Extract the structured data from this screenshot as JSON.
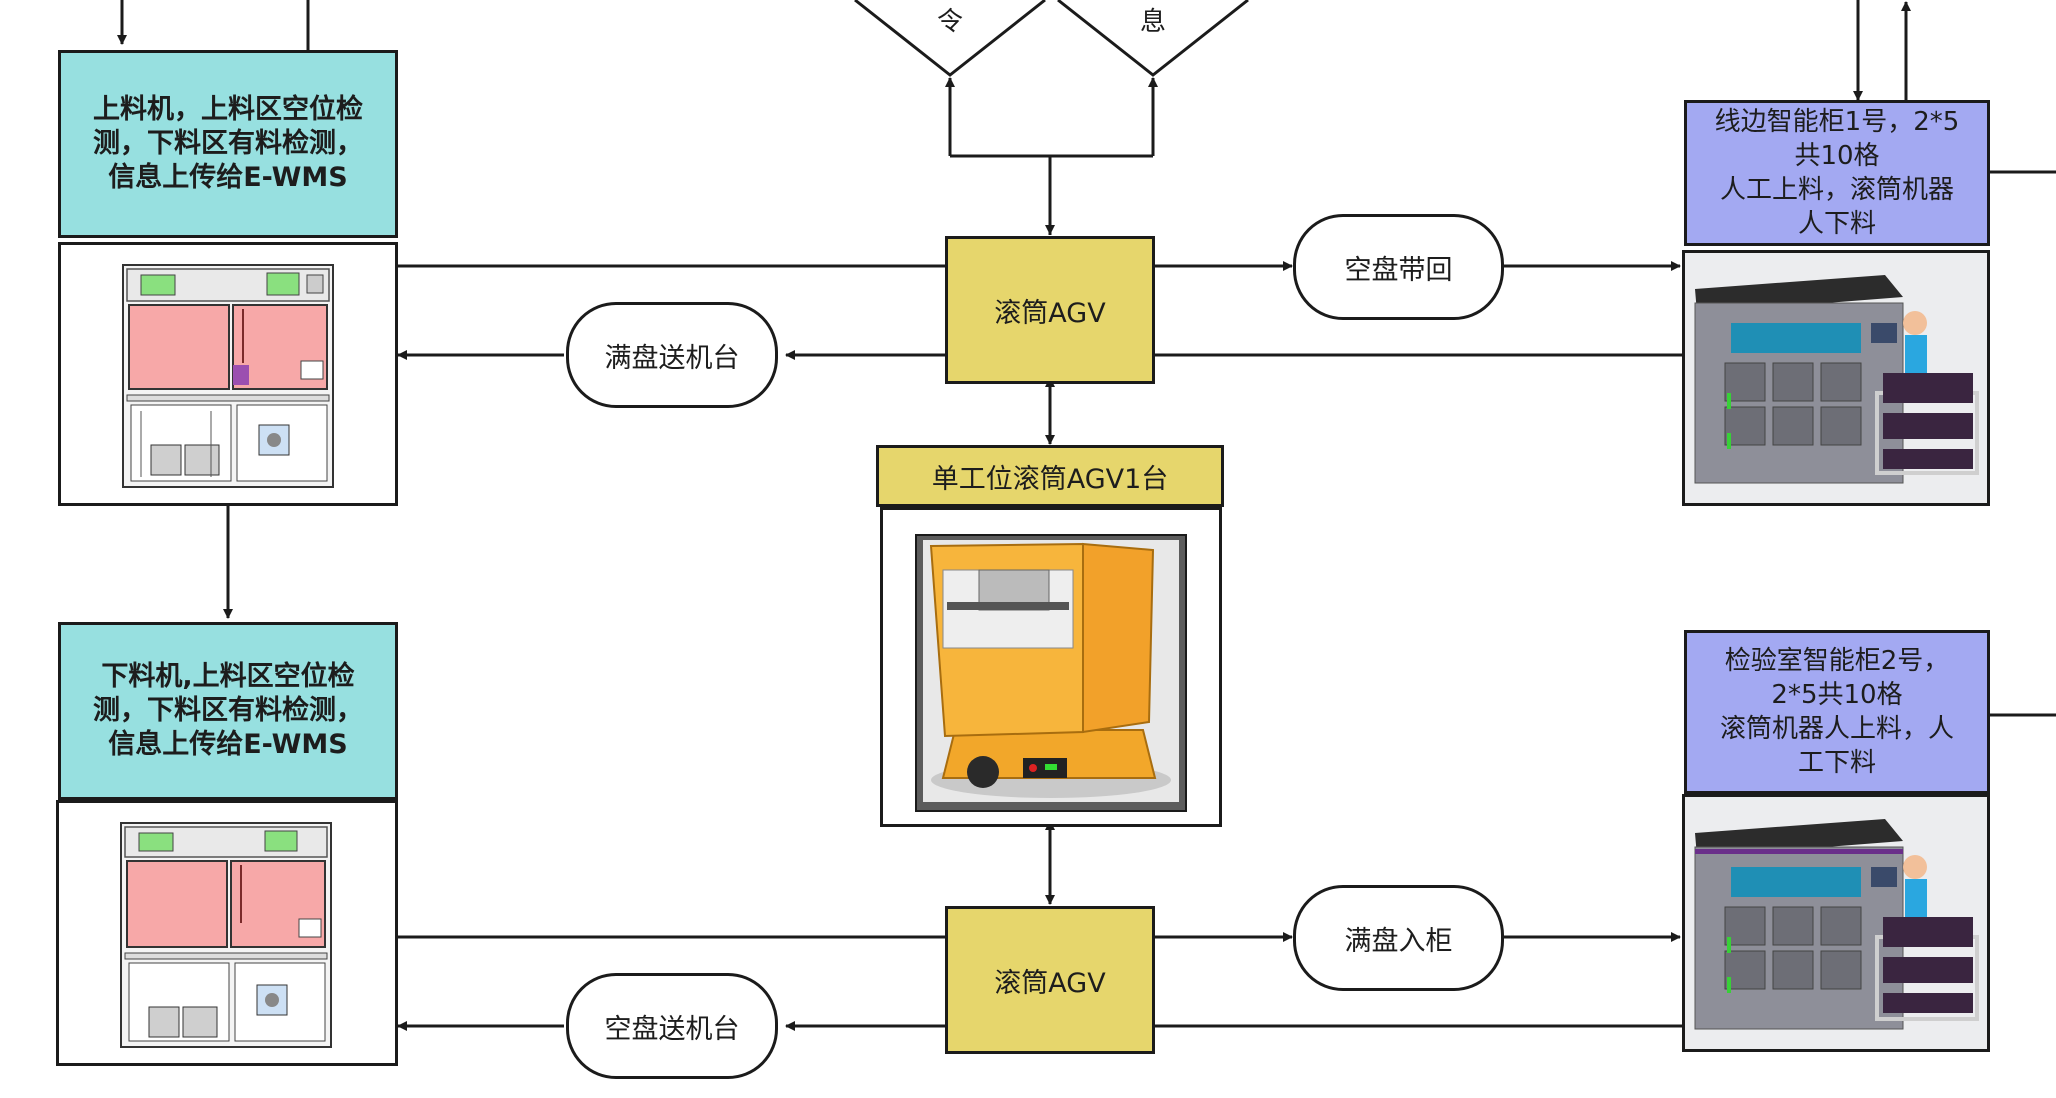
{
  "nodes": {
    "loader_desc": "上料机，上料区空位检\n测，下料区有料检测，\n信息上传给E-WMS",
    "unloader_desc": "下料机,上料区空位检\n测，下料区有料检测，\n信息上传给E-WMS",
    "agv_top": "滚筒AGV",
    "agv_bottom": "滚筒AGV",
    "agv_header": "单工位滚筒AGV1台",
    "cabinet1_desc": "线边智能柜1号，2*5\n共10格\n人工上料，滚筒机器\n人下料",
    "cabinet2_desc": "检验室智能柜2号，\n2*5共10格\n滚筒机器人上料，人\n工下料",
    "diamond_left_text": "令",
    "diamond_right_text": "息"
  },
  "edges": {
    "empty_tray_return": "空盘带回",
    "full_tray_to_machine": "满盘送机台",
    "full_tray_to_cabinet": "满盘入柜",
    "empty_tray_to_machine": "空盘送机台"
  },
  "colors": {
    "process_cyan": "#97e0e0",
    "cabinet_blue": "#a3a9f2",
    "agv_yellow": "#e6d66c",
    "agv_orange": "#f2a72a",
    "line": "#1b1b1b"
  }
}
